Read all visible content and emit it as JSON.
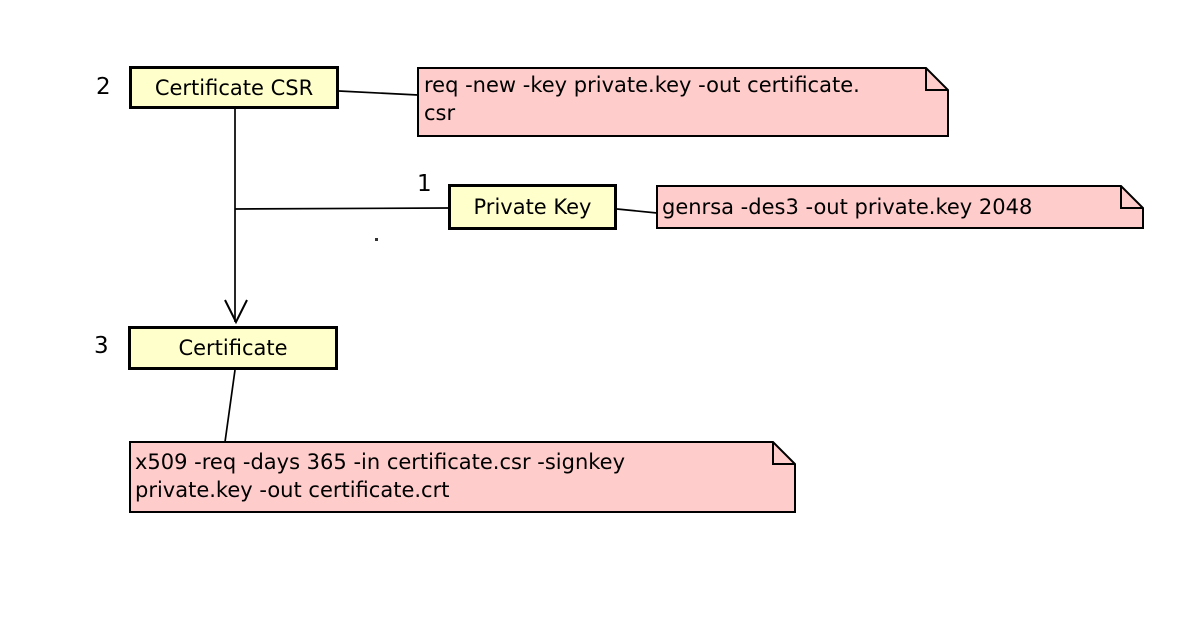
{
  "diagram": {
    "steps": {
      "one": "1",
      "two": "2",
      "three": "3"
    },
    "nodes": {
      "certificate_csr": "Certificate CSR",
      "private_key": "Private Key",
      "certificate": "Certificate"
    },
    "notes": {
      "csr_command": {
        "line1": "req -new -key private.key -out certificate.",
        "line2": "csr"
      },
      "key_command": {
        "line1": "genrsa -des3 -out private.key 2048"
      },
      "crt_command": {
        "line1": "x509 -req -days 365 -in certificate.csr -signkey",
        "line2": "private.key -out certificate.crt"
      }
    },
    "colors": {
      "node_fill": "#ffffcc",
      "note_fill": "#ffcccc",
      "stroke": "#000000",
      "background": "#ffffff"
    }
  }
}
